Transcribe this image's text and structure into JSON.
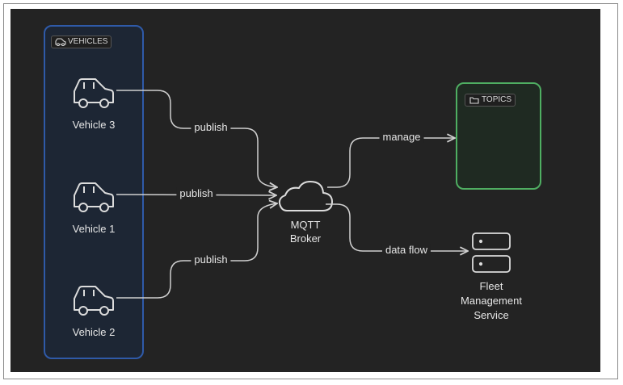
{
  "groups": {
    "vehicles": {
      "label": "VEHICLES",
      "icon": "car-icon",
      "color": "#2f5aa8"
    },
    "topics": {
      "label": "TOPICS",
      "icon": "folder-icon",
      "color": "#4fae62"
    }
  },
  "nodes": {
    "vehicle_3": {
      "label": "Vehicle 3",
      "icon": "car-icon"
    },
    "vehicle_1": {
      "label": "Vehicle 1",
      "icon": "car-icon"
    },
    "vehicle_2": {
      "label": "Vehicle 2",
      "icon": "car-icon"
    },
    "broker": {
      "label_line1": "MQTT",
      "label_line2": "Broker",
      "icon": "cloud-icon"
    },
    "fleet": {
      "label_line1": "Fleet",
      "label_line2": "Management",
      "label_line3": "Service",
      "icon": "server-icon"
    }
  },
  "edges": {
    "publish_3": "publish",
    "publish_1": "publish",
    "publish_2": "publish",
    "manage": "manage",
    "data_flow": "data flow"
  }
}
